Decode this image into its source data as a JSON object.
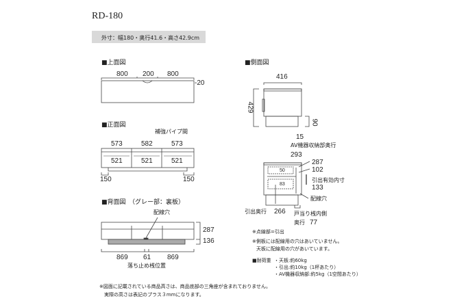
{
  "model": "RD-180",
  "dimensions": "外寸：幅180・奥行41.6・高さ42.9cm",
  "top_view": {
    "heading": "■上面図",
    "dims": [
      "800",
      "200",
      "800"
    ],
    "depth_note": "-20"
  },
  "front_view": {
    "heading": "■正面図",
    "pipe_label": "補強パイプ間",
    "upper": [
      "573",
      "582",
      "573"
    ],
    "inner": [
      "521",
      "521",
      "521"
    ],
    "legs": [
      "150",
      "150"
    ]
  },
  "back_view": {
    "heading": "■背面図　（グレー部：裏板）",
    "hole_label": "配線穴",
    "heights": [
      "287",
      "136"
    ],
    "widths": [
      "869",
      "61",
      "869"
    ],
    "stopper_label": "落ち止め桟位置"
  },
  "side_view": {
    "heading": "■側面図",
    "depth": "416",
    "height": "429",
    "base": "90",
    "offset": "15"
  },
  "detail": {
    "av_label": "AV機器収納部奥行",
    "av_depth": "293",
    "d1": "287",
    "d2": "102",
    "drawer_inner_label": "引出有効内寸",
    "drawer_inner": "133",
    "hole_label": "配線穴",
    "drawer_depth_label": "引出奥行",
    "drawer_depth": "266",
    "stop_label": "戸当り桟内側",
    "stop_depth_label": "奥行",
    "stop_depth": "77",
    "inner_83": "83",
    "inner_50": "50"
  },
  "notes": {
    "dotted": "※点線部=引出",
    "side_note1": "※側板には配線用の穴はあいていません。",
    "side_note2": "天板に配線用の穴があいています。",
    "load_heading": "■耐荷重",
    "load": [
      "・天板:約60kg",
      "・引出:約10kg（1杯あたり）",
      "・AV機器収納部:約5kg（1空間あたり）"
    ]
  },
  "footer": [
    "※図面に記載されている商品高さは、商品底部の三角座が含まれておりません。",
    "実際の高さは表記のプラス３mmになります。"
  ]
}
